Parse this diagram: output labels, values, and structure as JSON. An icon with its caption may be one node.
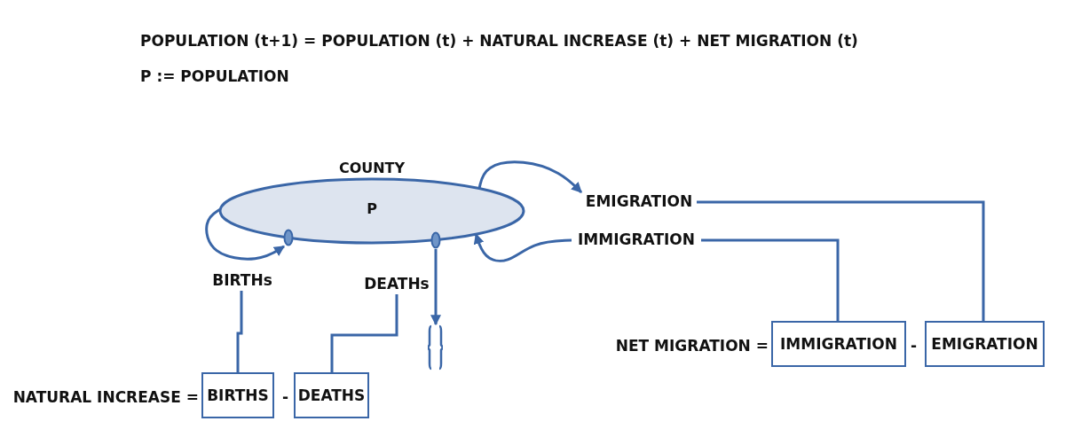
{
  "diagram": {
    "nodes": [
      {
        "text": [
          "COUNTY",
          "P"
        ]
      },
      {
        "text": [],
        "shape": "circle"
      },
      {
        "text": [],
        "shape": "circle"
      },
      {
        "text": [
          "BIRTHs"
        ]
      },
      {
        "text": [
          "DEATHs"
        ]
      },
      {
        "text": [
          "EMIGRATION"
        ]
      },
      {
        "text": [
          "IMMIGRATION"
        ]
      },
      {
        "text": [],
        "shape": "cloud"
      },
      {
        "text": [
          "BIRTHS"
        ]
      },
      {
        "text": [
          "DEATHS"
        ]
      },
      {
        "text": [
          "IMMIGRATION"
        ]
      },
      {
        "text": [
          "EMIGRATION"
        ]
      }
    ],
    "edges": [
      {
        "from": 0,
        "to": 1,
        "arrow": "to"
      },
      {
        "from": 2,
        "to": 7,
        "arrow": "to"
      },
      {
        "from": 0,
        "to": 5,
        "arrow": "to"
      },
      {
        "from": 6,
        "to": 0,
        "arrow": "to"
      },
      {
        "from": 3,
        "to": 8,
        "arrow": "none"
      },
      {
        "from": 4,
        "to": 9,
        "arrow": "none"
      },
      {
        "from": 6,
        "to": 10,
        "arrow": "none"
      },
      {
        "from": 5,
        "to": 11,
        "arrow": "none"
      }
    ],
    "labels": [
      "POPULATION (t+1) = POPULATION (t) + NATURAL INCREASE (t) + NET MIGRATION (t)",
      "P := POPULATION",
      "NET MIGRATION =",
      "-",
      "NATURAL INCREASE =",
      "-"
    ]
  }
}
